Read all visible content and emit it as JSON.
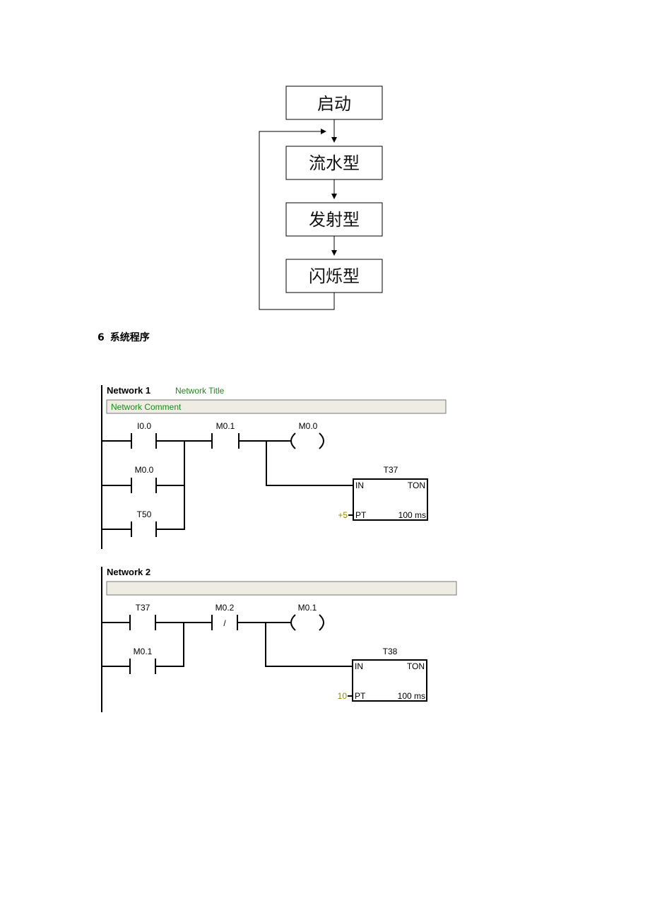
{
  "flowchart": {
    "steps": [
      "启动",
      "流水型",
      "发射型",
      "闪烁型"
    ]
  },
  "section": {
    "number": "6",
    "title": "系统程序"
  },
  "network1": {
    "label": "Network 1",
    "title": "Network Title",
    "comment": "Network Comment",
    "contact_a": "I0.0",
    "contact_b": "M0.0",
    "contact_c": "T50",
    "contact_series": "M0.1",
    "coil": "M0.0",
    "timer_name": "T37",
    "timer_in": "IN",
    "timer_type": "TON",
    "timer_pt": "PT",
    "timer_base": "100 ms",
    "preset": "+5"
  },
  "network2": {
    "label": "Network 2",
    "comment": "",
    "contact_a": "T37",
    "contact_b": "M0.1",
    "contact_series": "M0.2",
    "contact_series_symbol": "/",
    "coil": "M0.1",
    "timer_name": "T38",
    "timer_in": "IN",
    "timer_type": "TON",
    "timer_pt": "PT",
    "timer_base": "100 ms",
    "preset": "10"
  }
}
